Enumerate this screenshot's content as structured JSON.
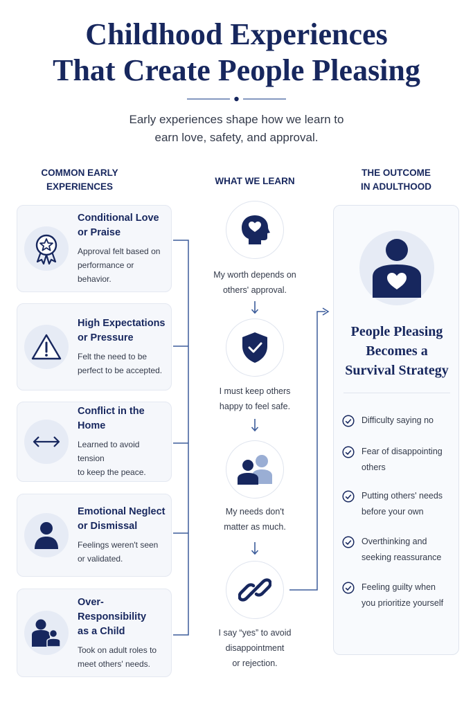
{
  "header": {
    "title_line1": "Childhood Experiences",
    "title_line2": "That Create People Pleasing",
    "subtitle_line1": "Early experiences shape how we learn to",
    "subtitle_line2": "earn love, safety, and approval."
  },
  "columns": {
    "left_line1": "COMMON EARLY",
    "left_line2": "EXPERIENCES",
    "middle": "WHAT WE LEARN",
    "right_line1": "THE OUTCOME",
    "right_line2": "IN ADULTHOOD"
  },
  "experiences": [
    {
      "title_l1": "Conditional Love",
      "title_l2": "or Praise",
      "desc_l1": "Approval felt based on",
      "desc_l2": "performance or behavior.",
      "icon": "award-ribbon-icon"
    },
    {
      "title_l1": "High Expectations",
      "title_l2": "or Pressure",
      "desc_l1": "Felt the need to be",
      "desc_l2": "perfect to be accepted.",
      "icon": "warning-triangle-icon"
    },
    {
      "title_l1": "Conflict in the Home",
      "title_l2": "",
      "desc_l1": "Learned to avoid tension",
      "desc_l2": "to keep the peace.",
      "icon": "double-arrow-icon"
    },
    {
      "title_l1": "Emotional Neglect",
      "title_l2": "or Dismissal",
      "desc_l1": "Feelings weren't seen",
      "desc_l2": "or validated.",
      "icon": "person-icon"
    },
    {
      "title_l1": "Over-Responsibility",
      "title_l2": "as a Child",
      "desc_l1": "Took on adult roles to",
      "desc_l2": "meet others' needs.",
      "icon": "parent-child-icon"
    }
  ],
  "lessons": [
    {
      "l1": "My worth depends on",
      "l2": "others' approval.",
      "l3": "",
      "icon": "head-heart-icon"
    },
    {
      "l1": "I must keep others",
      "l2": "happy to feel safe.",
      "l3": "",
      "icon": "shield-check-icon"
    },
    {
      "l1": "My needs don't",
      "l2": "matter as much.",
      "l3": "",
      "icon": "two-people-icon"
    },
    {
      "l1": "I say “yes” to avoid",
      "l2": "disappointment",
      "l3": "or rejection.",
      "icon": "chain-link-icon"
    }
  ],
  "outcome": {
    "title_l1": "People Pleasing",
    "title_l2": "Becomes a",
    "title_l3": "Survival Strategy",
    "icon": "person-heart-icon",
    "items": [
      {
        "l1": "Difficulty saying no",
        "l2": ""
      },
      {
        "l1": "Fear of disappointing",
        "l2": "others"
      },
      {
        "l1": "Putting others' needs",
        "l2": "before your own"
      },
      {
        "l1": "Overthinking and",
        "l2": "seeking reassurance"
      },
      {
        "l1": "Feeling guilty when",
        "l2": "you prioritize yourself"
      }
    ]
  },
  "colors": {
    "navy": "#17275e",
    "accent": "#3b5b9a",
    "light": "#e6ebf5",
    "soft": "#9aaed4"
  }
}
